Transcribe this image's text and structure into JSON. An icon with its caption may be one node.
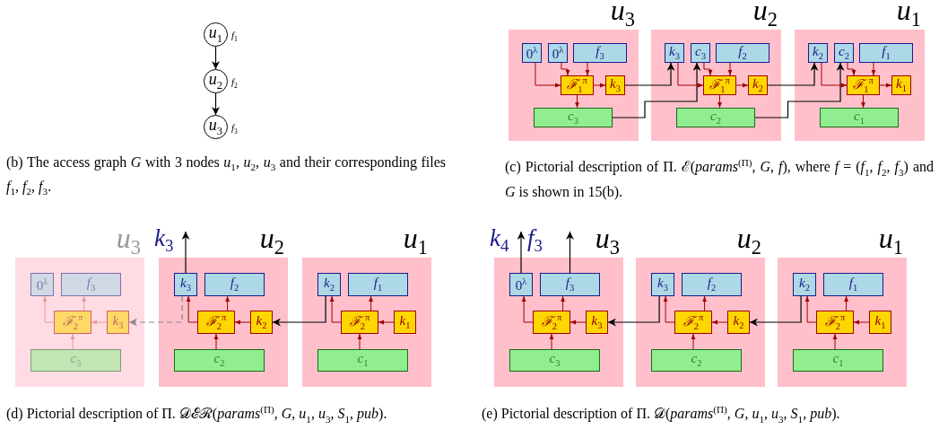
{
  "diagram": {
    "nodes": [
      {
        "text": [
          "*u*$_{1}$"
        ],
        "beside": [
          "*f*$_{1}$"
        ]
      },
      {
        "text": [
          "*u*$_{2}$"
        ],
        "beside": [
          "*f*$_{2}$"
        ]
      },
      {
        "text": [
          "*u*$_{3}$"
        ],
        "beside": [
          "*f*$_{3}$"
        ]
      },
      {
        "text": [
          "*u*$_{3}$"
        ]
      },
      {
        "text": [
          "0$^{λ}$"
        ],
        "in": 3
      },
      {
        "text": [
          "0$^{λ}$"
        ],
        "in": 3
      },
      {
        "text": [
          "*f*$_{3}$"
        ],
        "in": 3
      },
      {
        "text": [
          "*ℱ*$_{1}$$^{π}$"
        ],
        "in": 3
      },
      {
        "text": [
          "*k*$_{3}$"
        ],
        "in": 3
      },
      {
        "text": [
          "*c*$_{3}$"
        ],
        "in": 3
      },
      {
        "text": [
          "*u*$_{2}$"
        ]
      },
      {
        "text": [
          "*k*$_{3}$"
        ],
        "in": 10
      },
      {
        "text": [
          "*c*$_{3}$"
        ],
        "in": 10
      },
      {
        "text": [
          "*f*$_{2}$"
        ],
        "in": 10
      },
      {
        "text": [
          "*ℱ*$_{1}$$^{π}$"
        ],
        "in": 10
      },
      {
        "text": [
          "*k*$_{2}$"
        ],
        "in": 10
      },
      {
        "text": [
          "*c*$_{2}$"
        ],
        "in": 10
      },
      {
        "text": [
          "*u*$_{1}$"
        ]
      },
      {
        "text": [
          "*k*$_{2}$"
        ],
        "in": 17
      },
      {
        "text": [
          "*c*$_{2}$"
        ],
        "in": 17
      },
      {
        "text": [
          "*f*$_{1}$"
        ],
        "in": 17
      },
      {
        "text": [
          "*ℱ*$_{1}$$^{π}$"
        ],
        "in": 17
      },
      {
        "text": [
          "*k*$_{1}$"
        ],
        "in": 17
      },
      {
        "text": [
          "*c*$_{1}$"
        ],
        "in": 17
      },
      {
        "text": [
          "*u*$_{3}$"
        ]
      },
      {
        "text": [
          "0$^{λ}$"
        ],
        "in": 24
      },
      {
        "text": [
          "*f*$_{3}$"
        ],
        "in": 24
      },
      {
        "text": [
          "*ℱ*$_{2}$$^{π}$"
        ],
        "in": 24
      },
      {
        "text": [
          "*k*$_{3}$"
        ],
        "in": 24
      },
      {
        "text": [
          "*c*$_{3}$"
        ],
        "in": 24
      },
      {
        "text": [
          "*k*$_{3}$"
        ]
      },
      {
        "text": [
          "*u*$_{2}$"
        ]
      },
      {
        "text": [
          "*k*$_{3}$"
        ],
        "in": 31
      },
      {
        "text": [
          "*f*$_{2}$"
        ],
        "in": 31
      },
      {
        "text": [
          "*ℱ*$_{2}$$^{π}$"
        ],
        "in": 31
      },
      {
        "text": [
          "*k*$_{2}$"
        ],
        "in": 31
      },
      {
        "text": [
          "*c*$_{2}$"
        ],
        "in": 31
      },
      {
        "text": [
          "*u*$_{1}$"
        ]
      },
      {
        "text": [
          "*k*$_{2}$"
        ],
        "in": 37
      },
      {
        "text": [
          "*f*$_{1}$"
        ],
        "in": 37
      },
      {
        "text": [
          "*ℱ*$_{2}$$^{π}$"
        ],
        "in": 37
      },
      {
        "text": [
          "*k*$_{1}$"
        ],
        "in": 37
      },
      {
        "text": [
          "*c*$_{1}$"
        ],
        "in": 37
      },
      {
        "text": [
          "*k*$_{4}$"
        ]
      },
      {
        "text": [
          "*f*$_{3}$"
        ]
      },
      {
        "text": [
          "*u*$_{3}$"
        ]
      },
      {
        "text": [
          "0$^{λ}$"
        ],
        "in": 45
      },
      {
        "text": [
          "*f*$_{3}$"
        ],
        "in": 45
      },
      {
        "text": [
          "*ℱ*$_{2}$$^{π}$"
        ],
        "in": 45
      },
      {
        "text": [
          "*k*$_{3}$"
        ],
        "in": 45
      },
      {
        "text": [
          "*c*$_{3}$"
        ],
        "in": 45
      },
      {
        "text": [
          "*u*$_{2}$"
        ]
      },
      {
        "text": [
          "*k*$_{3}$"
        ],
        "in": 51
      },
      {
        "text": [
          "*f*$_{2}$"
        ],
        "in": 51
      },
      {
        "text": [
          "*ℱ*$_{2}$$^{π}$"
        ],
        "in": 51
      },
      {
        "text": [
          "*k*$_{2}$"
        ],
        "in": 51
      },
      {
        "text": [
          "*c*$_{2}$"
        ],
        "in": 51
      },
      {
        "text": [
          "*u*$_{1}$"
        ]
      },
      {
        "text": [
          "*k*$_{2}$"
        ],
        "in": 57
      },
      {
        "text": [
          "*f*$_{1}$"
        ],
        "in": 57
      },
      {
        "text": [
          "*ℱ*$_{2}$$^{π}$"
        ],
        "in": 57
      },
      {
        "text": [
          "*k*$_{1}$"
        ],
        "in": 57
      },
      {
        "text": [
          "*c*$_{1}$"
        ],
        "in": 57
      }
    ],
    "edges": [
      {
        "from": 0,
        "to": 1,
        "arrow": "to",
        "color": "#000000"
      },
      {
        "from": 1,
        "to": 2,
        "arrow": "to",
        "color": "#000000"
      },
      {
        "from": 4,
        "to": 7,
        "arrow": "to"
      },
      {
        "from": 5,
        "to": 7,
        "arrow": "to"
      },
      {
        "from": 6,
        "to": 7,
        "arrow": "to"
      },
      {
        "from": 7,
        "to": 8,
        "arrow": "to"
      },
      {
        "from": 7,
        "to": 9,
        "arrow": "to"
      },
      {
        "from": 8,
        "to": 11,
        "arrow": "to",
        "color": "#000000"
      },
      {
        "from": 9,
        "to": 12,
        "arrow": "to",
        "color": "#000000"
      },
      {
        "from": 11,
        "to": 14,
        "arrow": "to"
      },
      {
        "from": 12,
        "to": 14,
        "arrow": "to"
      },
      {
        "from": 13,
        "to": 14,
        "arrow": "to"
      },
      {
        "from": 14,
        "to": 15,
        "arrow": "to"
      },
      {
        "from": 14,
        "to": 16,
        "arrow": "to"
      },
      {
        "from": 15,
        "to": 18,
        "arrow": "to",
        "color": "#000000"
      },
      {
        "from": 16,
        "to": 19,
        "arrow": "to",
        "color": "#000000"
      },
      {
        "from": 18,
        "to": 21,
        "arrow": "to"
      },
      {
        "from": 19,
        "to": 21,
        "arrow": "to"
      },
      {
        "from": 20,
        "to": 21,
        "arrow": "to"
      },
      {
        "from": 21,
        "to": 22,
        "arrow": "to"
      },
      {
        "from": 21,
        "to": 23,
        "arrow": "to"
      },
      {
        "from": 27,
        "to": 25,
        "arrow": "to",
        "color": "#e39a9a"
      },
      {
        "from": 27,
        "to": 26,
        "arrow": "to",
        "color": "#e39a9a"
      },
      {
        "from": 28,
        "to": 27,
        "arrow": "to",
        "color": "#e39a9a"
      },
      {
        "from": 29,
        "to": 27,
        "arrow": "to",
        "color": "#e39a9a"
      },
      {
        "from": 32,
        "to": 30,
        "arrow": "to",
        "color": "#000000"
      },
      {
        "from": 32,
        "to": 28,
        "arrow": "to",
        "style": "dashed",
        "color": "#888888"
      },
      {
        "from": 34,
        "to": 32,
        "arrow": "to"
      },
      {
        "from": 34,
        "to": 33,
        "arrow": "to"
      },
      {
        "from": 35,
        "to": 34,
        "arrow": "to"
      },
      {
        "from": 36,
        "to": 34,
        "arrow": "to"
      },
      {
        "from": 38,
        "to": 35,
        "arrow": "to",
        "color": "#000000"
      },
      {
        "from": 40,
        "to": 38,
        "arrow": "to"
      },
      {
        "from": 40,
        "to": 39,
        "arrow": "to"
      },
      {
        "from": 41,
        "to": 40,
        "arrow": "to"
      },
      {
        "from": 42,
        "to": 40,
        "arrow": "to"
      },
      {
        "from": 46,
        "to": 43,
        "arrow": "to",
        "color": "#000000"
      },
      {
        "from": 47,
        "to": 44,
        "arrow": "to",
        "color": "#000000"
      },
      {
        "from": 48,
        "to": 46,
        "arrow": "to"
      },
      {
        "from": 48,
        "to": 47,
        "arrow": "to"
      },
      {
        "from": 49,
        "to": 48,
        "arrow": "to"
      },
      {
        "from": 50,
        "to": 48,
        "arrow": "to"
      },
      {
        "from": 52,
        "to": 49,
        "arrow": "to",
        "color": "#000000"
      },
      {
        "from": 54,
        "to": 52,
        "arrow": "to"
      },
      {
        "from": 54,
        "to": 53,
        "arrow": "to"
      },
      {
        "from": 55,
        "to": 54,
        "arrow": "to"
      },
      {
        "from": 56,
        "to": 54,
        "arrow": "to"
      },
      {
        "from": 58,
        "to": 55,
        "arrow": "to",
        "color": "#000000"
      },
      {
        "from": 60,
        "to": 58,
        "arrow": "to"
      },
      {
        "from": 60,
        "to": 59,
        "arrow": "to"
      },
      {
        "from": 61,
        "to": 60,
        "arrow": "to"
      },
      {
        "from": 62,
        "to": 60,
        "arrow": "to"
      }
    ],
    "labels": [
      "(b) The access graph *G* with 3 nodes *u*$_{1}$, *u*$_{2}$, *u*$_{3}$ and their corresponding files *f*$_{1}$, *f*$_{2}$, *f*$_{3}$.",
      "(c) Pictorial description of Π. ℰ(*params*$^{(Π)}$, *G*, *f*), where *f* = (*f*$_{1}$, *f*$_{2}$, *f*$_{3}$) and *G* is shown in 15(b).",
      "(d) Pictorial description of Π. 𝒟ℰℛ(*params*$^{(Π)}$, *G*, *u*$_{1}$, *u*$_{3}$, *S*$_{1}$, *pub*).",
      "(e) Pictorial description of Π. 𝒟(*params*$^{(Π)}$, *G*, *u*$_{1}$, *u*$_{3}$, *S*$_{1}$, *pub*)."
    ]
  }
}
